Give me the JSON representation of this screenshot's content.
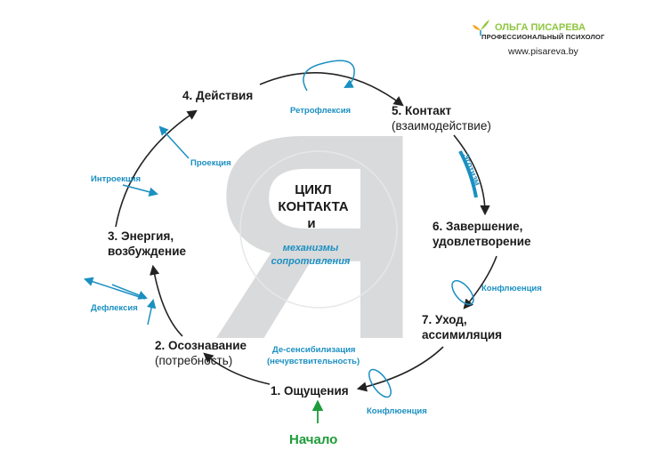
{
  "brand": {
    "name": "ОЛЬГА ПИСАРЕВА",
    "subtitle": "ПРОФЕССИОНАЛЬНЫЙ ПСИХОЛОГ",
    "url": "www.pisareva.by"
  },
  "background_letter": "Я",
  "center": {
    "line1": "ЦИКЛ",
    "line2": "КОНТАКТА",
    "line3": "и",
    "mech1": "механизмы",
    "mech2": "сопротивления"
  },
  "stages": {
    "s1": "1. Ощущения",
    "s2_line1": "2. Осознавание",
    "s2_line2": "(потребность)",
    "s3_line1": "3. Энергия,",
    "s3_line2": "возбуждение",
    "s4": "4. Действия",
    "s5_line1": "5. Контакт",
    "s5_line2": "(взаимодействие)",
    "s6_line1": "6. Завершение,",
    "s6_line2": "удовлетворение",
    "s7_line1": "7. Уход,",
    "s7_line2": "ассимиляция"
  },
  "mechanisms": {
    "retroflection": "Ретрофлексия",
    "projection": "Проекция",
    "introjection": "Интроекция",
    "deflection": "Дефлексия",
    "desensitization_line1": "Де-сенсибилизация",
    "desensitization_line2": "(нечувствительность)",
    "confluence_bottom": "Конфлюенция",
    "confluence_right": "Конфлюенция",
    "egotism": "Эготизм"
  },
  "start_label": "Начало",
  "colors": {
    "accent": "#1a8fc2",
    "start": "#1e9b3a",
    "brand": "#8dc63f",
    "letter": "#d9dadb",
    "text": "#1a1a1a"
  }
}
